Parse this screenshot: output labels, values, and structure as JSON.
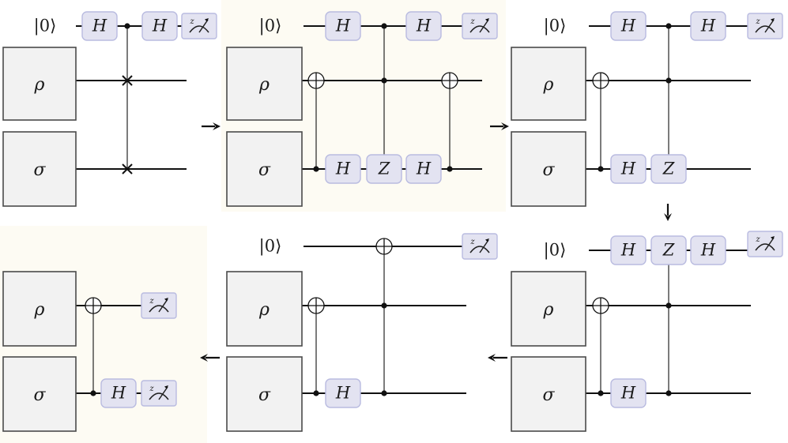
{
  "symbols": {
    "ket0": "|0⟩",
    "rho": "ρ",
    "sigma": "σ",
    "hadamard": "H",
    "pauli_z": "Z",
    "meter_basis": "z"
  },
  "colors": {
    "panel_highlight": "#fdfbf3",
    "gate_fill": "#e3e3f1",
    "gate_stroke": "#b9bbe0",
    "state_box_fill": "#f2f2f2"
  },
  "icons": {
    "measurement": "measurement-meter-icon",
    "target": "cnot-target-icon",
    "control": "control-dot-icon",
    "swap": "swap-cross-icon",
    "arrow": "arrow-icon"
  },
  "panels": [
    {
      "id": "panel-1",
      "highlight": false,
      "ket": true,
      "gates_top": [
        "H",
        "H",
        "meter"
      ]
    },
    {
      "id": "panel-2",
      "highlight": true,
      "ket": true,
      "gates_top": [
        "H",
        "H",
        "meter"
      ],
      "gates_bottom": [
        "H",
        "Z",
        "H"
      ]
    },
    {
      "id": "panel-3",
      "highlight": false,
      "ket": true,
      "gates_top": [
        "H",
        "H",
        "meter"
      ],
      "gates_bottom": [
        "H",
        "Z"
      ]
    },
    {
      "id": "panel-4",
      "highlight": false,
      "ket": true,
      "gates_top": [
        "H",
        "Z",
        "H",
        "meter"
      ],
      "gates_bottom": [
        "H"
      ]
    },
    {
      "id": "panel-5",
      "highlight": false,
      "ket": true,
      "gates_top": [
        "meter"
      ],
      "gates_bottom": [
        "H"
      ]
    },
    {
      "id": "panel-6",
      "highlight": true,
      "ket": false,
      "gates_top": [
        "meter"
      ],
      "gates_bottom": [
        "H",
        "meter"
      ]
    }
  ]
}
